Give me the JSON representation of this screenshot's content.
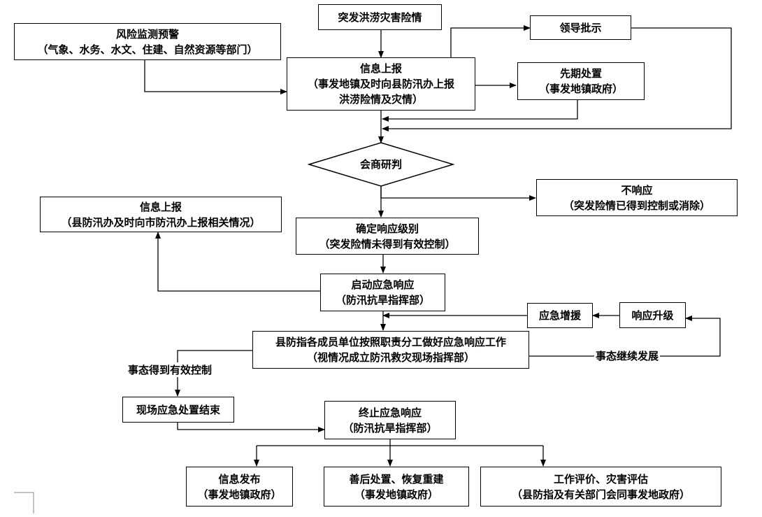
{
  "nodes": {
    "emergency": {
      "line1": "突发洪涝灾害险情"
    },
    "risk": {
      "line1": "风险监测预警",
      "line2": "（气象、水务、水文、住建、自然资源等部门）"
    },
    "leader": {
      "line1": "领导批示"
    },
    "report": {
      "line1": "信息上报",
      "line2": "（事发地镇及时向县防汛办上报",
      "line3": "洪涝险情及灾情）"
    },
    "early": {
      "line1": "先期处置",
      "line2": "（事发地镇政府）"
    },
    "consult": {
      "line1": "会商研判"
    },
    "noresponse": {
      "line1": "不响应",
      "line2": "（突发险情已得到控制或消除）"
    },
    "report2": {
      "line1": "信息上报",
      "line2": "（县防汛办及时向市防汛办上报相关情况）"
    },
    "level": {
      "line1": "确定响应级别",
      "line2": "（突发险情未得到有效控制）"
    },
    "start": {
      "line1": "启动应急响应",
      "line2": "（防汛抗旱指挥部）"
    },
    "reinforce": {
      "line1": "应急增援"
    },
    "upgrade": {
      "line1": "响应升级"
    },
    "units": {
      "line1": "县防指各成员单位按照职责分工做好应急响应工作",
      "line2": "（视情况成立防汛救灾现场指挥部）"
    },
    "sceneend": {
      "line1": "现场应急处置结束"
    },
    "terminate": {
      "line1": "终止应急响应",
      "line2": "（防汛抗旱指挥部）"
    },
    "publish": {
      "line1": "信息发布",
      "line2": "（事发地镇政府）"
    },
    "rebuild": {
      "line1": "善后处置、恢复重建",
      "line2": "（事发地镇政府）"
    },
    "evaluate": {
      "line1": "工作评价、灾害评估",
      "line2": "（县防指及有关部门会同事发地政府）"
    }
  },
  "labels": {
    "controlled": "事态得到有效控制",
    "continue": "事态继续发展"
  }
}
